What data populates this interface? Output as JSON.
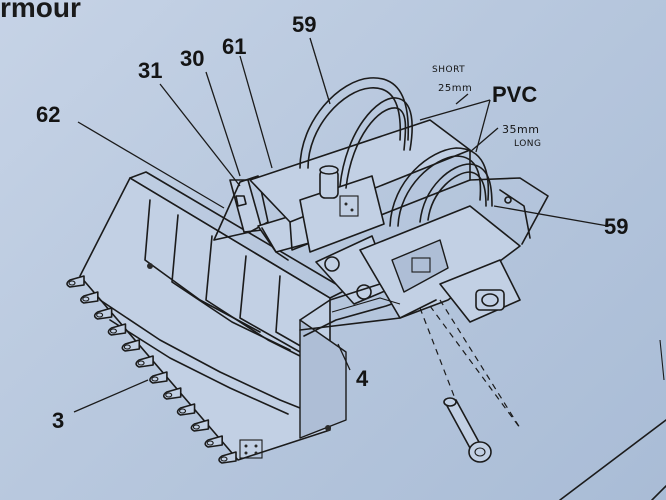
{
  "header": {
    "brand_text": "rmour"
  },
  "labels": {
    "part_59_top": "59",
    "part_31": "31",
    "part_30": "30",
    "part_61": "61",
    "part_62": "62",
    "part_59_right": "59",
    "part_4": "4",
    "part_3": "3",
    "pvc": "PVC"
  },
  "handwritten": {
    "short": "SHORT",
    "short_len": "25mm",
    "long_len": "35mm",
    "long": "LONG"
  }
}
